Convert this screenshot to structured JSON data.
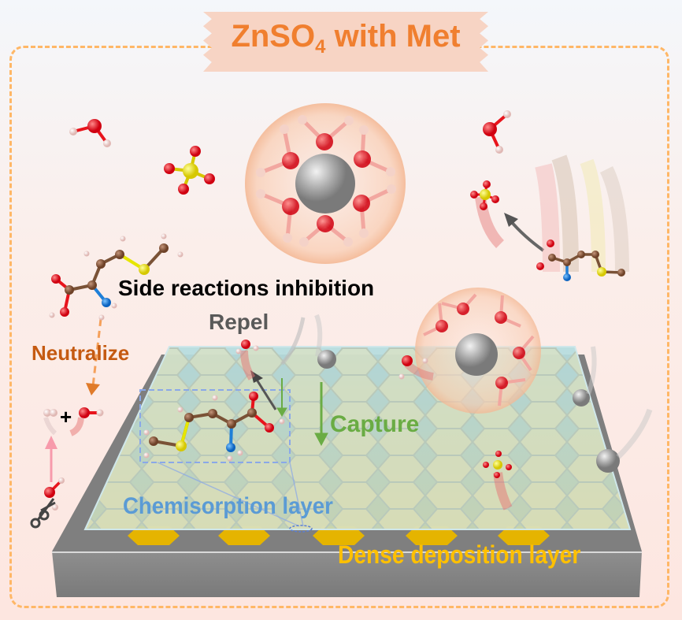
{
  "title": {
    "main": "ZnSO",
    "subscript": "4",
    "suffix": " with Met"
  },
  "labels": {
    "side_reactions": "Side reactions inhibition",
    "repel": "Repel",
    "neutralize": "Neutralize",
    "capture": "Capture",
    "chemisorption": "Chemisorption layer",
    "dense": "Dense deposition layer",
    "plus": "+"
  },
  "colors": {
    "title": "#f07f2f",
    "ribbon": "#f7d4c4",
    "frame_dash": "#ffb766",
    "capture": "#6aac44",
    "chemisorption": "#5b9bd5",
    "dense": "#ffc000",
    "neutralize": "#c55a11",
    "repel": "#595959",
    "oxygen": "#e8141c",
    "hydrogen": "#f2d4d0",
    "sulfur": "#e6e600",
    "carbon": "#8b5a3c",
    "nitrogen": "#1e7fd8",
    "zinc_ion": "#a9a9a9"
  },
  "species": [
    "water-molecule",
    "sulfate-ion",
    "methionine-molecule",
    "hydrated-zinc-ion",
    "zinc-ion"
  ]
}
